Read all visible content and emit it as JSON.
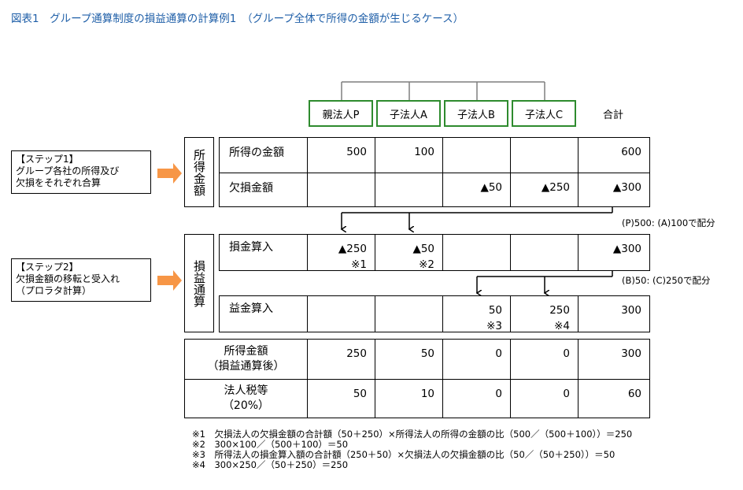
{
  "title": "図表1　グループ通算制度の損益通算の計算例1　（グループ全体で所得の金額が生じるケース）",
  "entities": [
    "親法人P",
    "子法人A",
    "子法人B",
    "子法人C"
  ],
  "total_header": "合計",
  "step1": {
    "label": "【ステップ1】",
    "text1": "グループ各社の所得及び",
    "text2": "欠損をそれぞれ合算"
  },
  "step2": {
    "label": "【ステップ2】",
    "text1": "欠損金額の移転と受入れ",
    "text2": "（プロラタ計算）"
  },
  "section1": {
    "label": "所得金額",
    "rows": [
      {
        "label": "所得の金額",
        "cells": [
          "500",
          "100",
          "",
          "",
          "600"
        ]
      },
      {
        "label": "欠損金額",
        "cells": [
          "",
          "",
          "▲50",
          "▲250",
          "▲300"
        ]
      }
    ]
  },
  "section2": {
    "label": "損益通算",
    "loss_row": {
      "label": "損金算入",
      "cells": [
        "▲250",
        "▲50",
        "",
        "",
        "▲300"
      ],
      "marks": [
        "※1",
        "※2",
        "",
        "",
        ""
      ]
    },
    "gain_row": {
      "label": "益金算入",
      "cells": [
        "",
        "",
        "50",
        "250",
        "300"
      ],
      "marks": [
        "",
        "",
        "※3",
        "※4",
        ""
      ]
    }
  },
  "allocation_notes": [
    "(P)500: (A)100で配分",
    "(B)50: (C)250で配分"
  ],
  "summary": {
    "rows": [
      {
        "label1": "所得金額",
        "label2": "（損益通算後）",
        "cells": [
          "250",
          "50",
          "0",
          "0",
          "300"
        ]
      },
      {
        "label1": "法人税等",
        "label2": "（20%）",
        "cells": [
          "50",
          "10",
          "0",
          "0",
          "60"
        ]
      }
    ]
  },
  "footnotes": [
    "※1　欠損法人の欠損金額の合計額（50＋250）×所得法人の所得の金額の比（500／（500＋100））＝250",
    "※2　300×100／（500＋100）＝50",
    "※3　所得法人の損金算入額の合計額（250＋50）×欠損法人の欠損金額の比（50／（50＋250））＝50",
    "※4　300×250／（50＋250）＝250"
  ],
  "colors": {
    "title": "#1f5fa8",
    "entity_border": "#2e8b2e",
    "arrow": "#f79646",
    "connector": "#7f7f7f"
  }
}
